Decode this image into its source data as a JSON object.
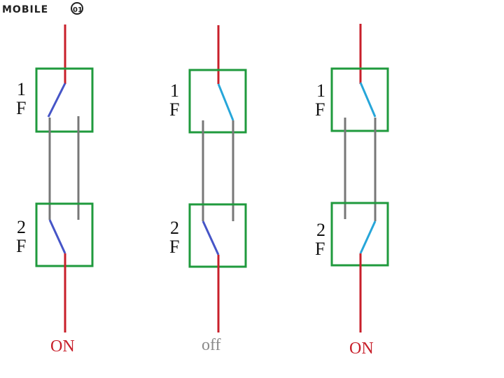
{
  "watermark": {
    "text": "MOBILE",
    "suffix": "01"
  },
  "floors": {
    "first_num": "1",
    "first_unit": "F",
    "second_num": "2",
    "second_unit": "F"
  },
  "circuits": [
    {
      "state": "ON",
      "state_color": "#c81f2a",
      "lever_1f_color": "#4655c7",
      "lever_2f_color": "#4655c7"
    },
    {
      "state": "off",
      "state_color": "#8a8a8a",
      "lever_1f_color": "#27a6d9",
      "lever_2f_color": "#4655c7"
    },
    {
      "state": "ON",
      "state_color": "#c81f2a",
      "lever_1f_color": "#27a6d9",
      "lever_2f_color": "#27a6d9"
    }
  ],
  "colors": {
    "live_wire": "#c81f2a",
    "traveler_wire": "#777777",
    "switch_box": "#1f9a3d",
    "lever_down": "#4655c7",
    "lever_up": "#27a6d9"
  }
}
